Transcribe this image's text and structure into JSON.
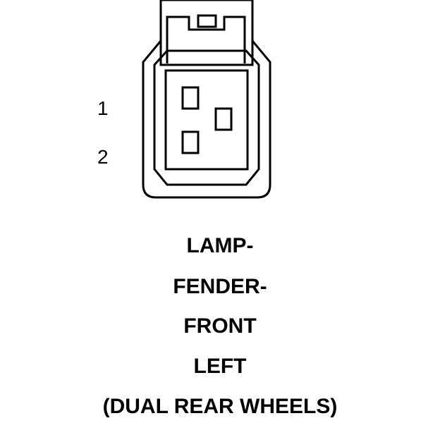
{
  "connector": {
    "pin_labels": [
      "1",
      "2"
    ]
  },
  "caption": {
    "lines": [
      "LAMP-",
      "FENDER-",
      "FRONT",
      "LEFT",
      "(DUAL REAR WHEELS)"
    ]
  },
  "colors": {
    "stroke": "#000000",
    "background": "#ffffff"
  }
}
